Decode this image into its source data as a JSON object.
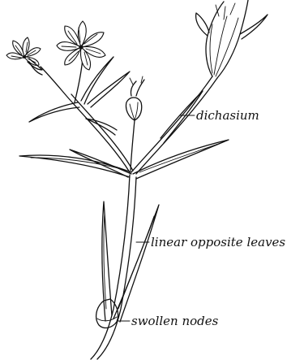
{
  "diagram": {
    "subject": "stellaria-plant-stem",
    "labels": {
      "dichasium": "dichasium",
      "leaves": "linear opposite leaves",
      "nodes": "swollen nodes"
    }
  },
  "colors": {
    "ink": "#111111",
    "background": "#ffffff"
  }
}
